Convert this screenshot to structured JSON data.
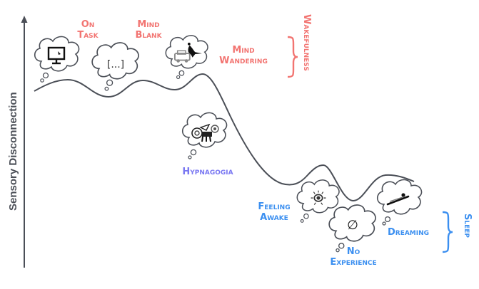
{
  "y_axis": {
    "label": "Sensory Disconnection",
    "direction": "up"
  },
  "states": [
    {
      "id": "on-task",
      "line1": "On",
      "line2": "Task",
      "group": "wakefulness",
      "icon": "computer-monitor-icon"
    },
    {
      "id": "mind-blank",
      "line1": "Mind",
      "line2": "Blank",
      "group": "wakefulness",
      "icon": "ellipsis-brackets-icon",
      "icon_text": "[...]"
    },
    {
      "id": "mind-wandering",
      "line1": "Mind",
      "line2": "Wandering",
      "group": "wakefulness",
      "icon": "kangaroo-jeep-icon"
    },
    {
      "id": "hypnagogia",
      "line1": "Hypnagogia",
      "line2": "",
      "group": "transition",
      "icon": "surreal-creature-icon"
    },
    {
      "id": "feeling-awake",
      "line1": "Feeling",
      "line2": "Awake",
      "group": "sleep",
      "icon": "eye-icon"
    },
    {
      "id": "no-experience",
      "line1": "No",
      "line2": "Experience",
      "group": "sleep",
      "icon": "empty-set-icon",
      "icon_text": "∅"
    },
    {
      "id": "dreaming",
      "line1": "Dreaming",
      "line2": "",
      "group": "sleep",
      "icon": "flying-person-icon"
    }
  ],
  "groups": {
    "wakefulness": {
      "label": "Wakefulness",
      "color": "#f27471"
    },
    "sleep": {
      "label": "Sleep",
      "color": "#3b8ff0"
    },
    "transition": {
      "color": "#7a78f2"
    }
  },
  "colors": {
    "curve": "#4b4f57",
    "axis": "#4b4f57"
  }
}
